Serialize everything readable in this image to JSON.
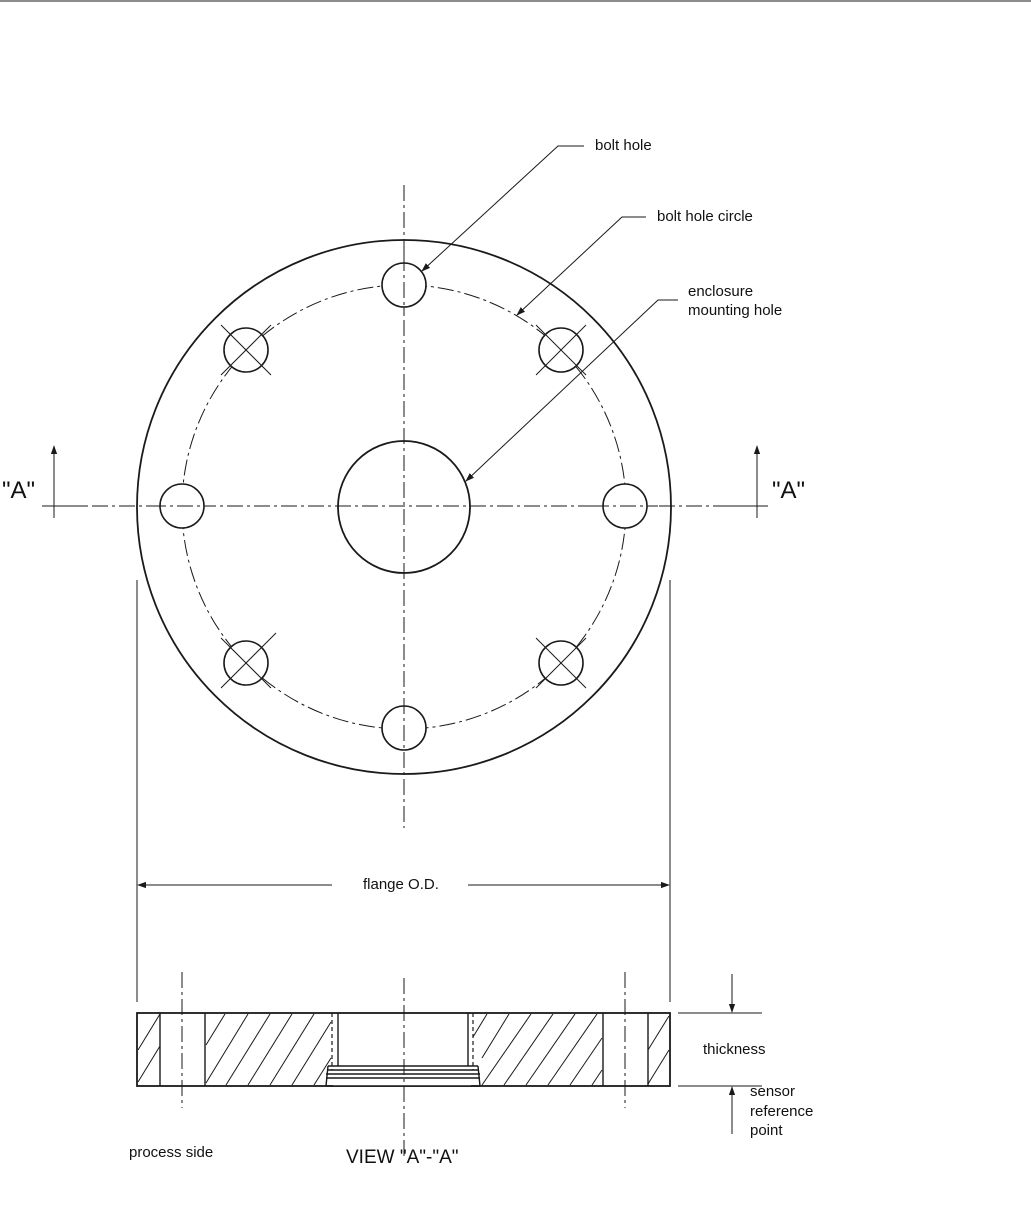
{
  "labels": {
    "bolt_hole": "bolt hole",
    "bolt_hole_circle": "bolt hole circle",
    "enclosure_line1": "enclosure",
    "enclosure_line2": "mounting hole",
    "section_left": "\"A\"",
    "section_right": "\"A\"",
    "flange_od": "flange O.D.",
    "thickness": "thickness",
    "sensor_line1": "sensor",
    "sensor_line2": "reference",
    "sensor_line3": "point",
    "process_side": "process side",
    "view_title": "VIEW \"A\"-\"A\""
  },
  "colors": {
    "ink": "#1a1a1a",
    "background": "#ffffff"
  }
}
